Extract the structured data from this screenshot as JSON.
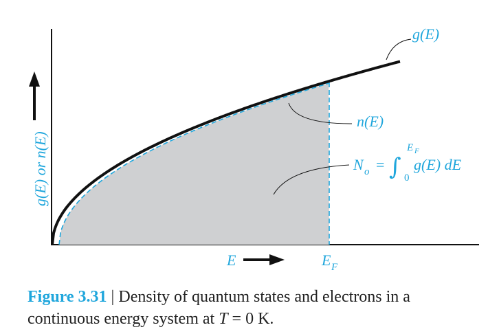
{
  "colors": {
    "curve": "#111111",
    "accent": "#1fa6dc",
    "fill": "#cfd0d2",
    "axis": "#111111"
  },
  "labels": {
    "g_curve": "g(E)",
    "n_curve": "n(E)",
    "y_axis": "g(E) or n(E)",
    "x_axis": "E",
    "x_fermi_base": "E",
    "x_fermi_sub": "F",
    "integral_lhs": "N",
    "integral_lhs_sub": "o",
    "integral_eq": "=",
    "integral_sym": "∫",
    "integral_upper": "E",
    "integral_upper_sub": "F",
    "integral_lower": "0",
    "integral_body": "g(E) dE"
  },
  "caption": {
    "figure_number": "Figure 3.31",
    "separator": "|",
    "text_line1": "Density of quantum states and electrons in a",
    "text_line2_pre": "continuous energy system at ",
    "text_line2_var": "T",
    "text_line2_post": " = 0 K."
  }
}
